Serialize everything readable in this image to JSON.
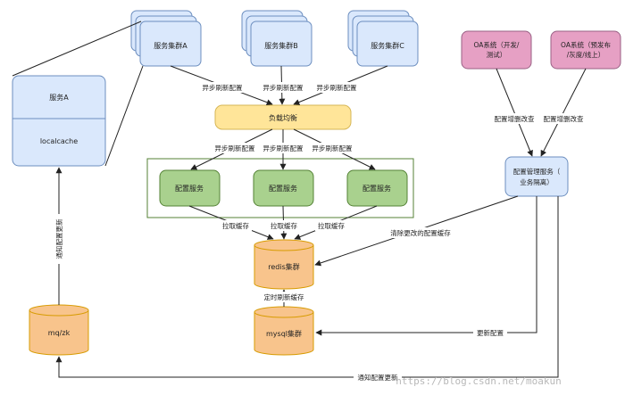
{
  "colors": {
    "blue_fill": "#dae8fc",
    "blue_stroke": "#6c8ebf",
    "yellow_fill": "#ffe599",
    "yellow_stroke": "#d6b656",
    "green_fill": "#a9d18e",
    "green_stroke": "#548235",
    "orange_fill": "#f8c48c",
    "orange_stroke": "#d79b00",
    "pink_fill": "#e6a0c4",
    "pink_stroke": "#996185",
    "line": "#222222"
  },
  "clusters": {
    "a": "服务集群A",
    "b": "服务集群B",
    "c": "服务集群C"
  },
  "service_a": {
    "title": "服务A",
    "cache": "localcache"
  },
  "load_balancer": "负载均衡",
  "config_services": [
    "配置服务",
    "配置服务",
    "配置服务"
  ],
  "redis": "redis集群",
  "mysql": "mysql集群",
  "mq": "mq/zk",
  "oa": {
    "dev_line1": "OA系统（开发/",
    "dev_line2": "测试）",
    "prod_line1": "OA系统（预发布",
    "prod_line2": "/灰度/线上）"
  },
  "config_mgmt": {
    "line1": "配置管理服务（",
    "line2": "业务隔离）"
  },
  "edge_labels": {
    "async_refresh_top": [
      "异步刷新配置",
      "异步刷新配置",
      "异步刷新配置"
    ],
    "async_refresh_mid": [
      "异步刷新配置",
      "异步刷新配置",
      "异步刷新配置"
    ],
    "pull_cache": [
      "拉取缓存",
      "拉取缓存",
      "拉取缓存"
    ],
    "timed_refresh": "定时刷新缓存",
    "clear_cache": "清除更改的配置缓存",
    "config_change_1": "配置增删改查",
    "config_change_2": "配置增删改查",
    "update_config": "更新配置",
    "notify_update_left": "通知配置更新",
    "notify_update_bottom": "通知配置更新"
  },
  "watermark": "https://blog.csdn.net/moakun"
}
